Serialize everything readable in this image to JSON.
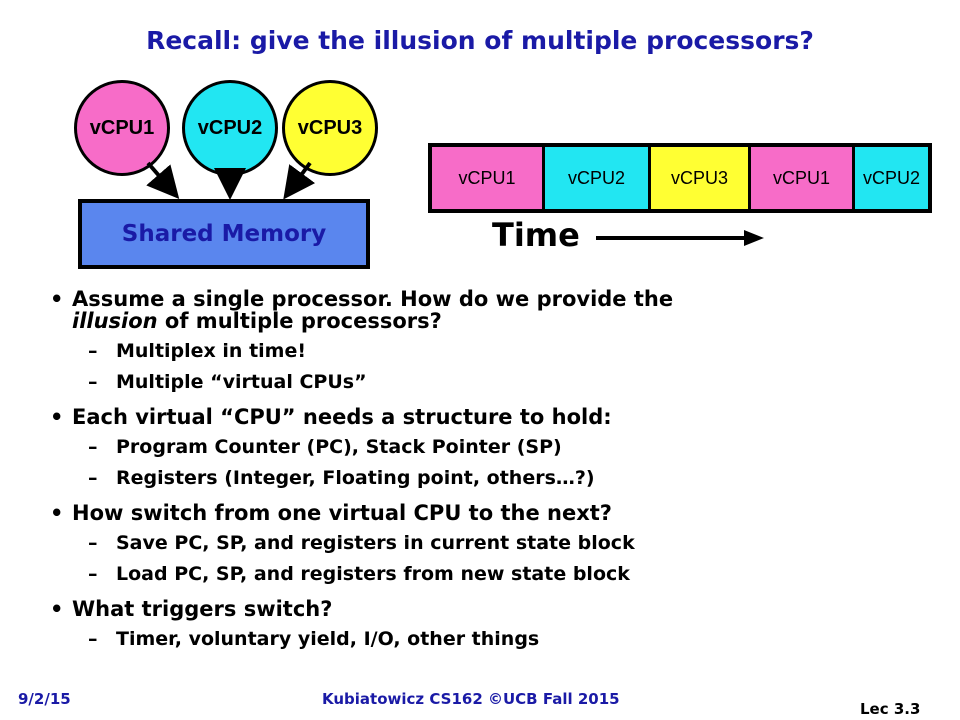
{
  "slide": {
    "title": "Recall: give the illusion of multiple processors?"
  },
  "diagram": {
    "cpus": [
      {
        "label": "vCPU1",
        "color": "#f76cc8"
      },
      {
        "label": "vCPU2",
        "color": "#22e6f2"
      },
      {
        "label": "vCPU3",
        "color": "#ffff33"
      }
    ],
    "shared_memory_label": "Shared Memory",
    "shared_memory_color": "#5a86ee",
    "timeline": [
      {
        "label": "vCPU1",
        "color": "#f76cc8"
      },
      {
        "label": "vCPU2",
        "color": "#22e6f2"
      },
      {
        "label": "vCPU3",
        "color": "#ffff33"
      },
      {
        "label": "vCPU1",
        "color": "#f76cc8"
      },
      {
        "label": "vCPU2",
        "color": "#22e6f2"
      }
    ],
    "time_label": "Time"
  },
  "bullets": {
    "b1_line1": "Assume a single processor.  How do we provide the",
    "b1_line2_italic": "illusion",
    "b1_line2_rest": " of multiple processors?",
    "b1_sub1": "Multiplex in time!",
    "b1_sub2": "Multiple “virtual CPUs”",
    "b2": "Each virtual “CPU” needs a structure to hold:",
    "b2_sub1": "Program Counter (PC), Stack Pointer (SP)",
    "b2_sub2": "Registers (Integer, Floating point, others…?)",
    "b3": "How switch from one virtual CPU to the next?",
    "b3_sub1": "Save PC, SP, and registers in current state block",
    "b3_sub2": "Load PC, SP, and registers from new state block",
    "b4": "What triggers switch?",
    "b4_sub1": "Timer, voluntary yield, I/O, other things"
  },
  "footer": {
    "date": "9/2/15",
    "course": "Kubiatowicz CS162 ©UCB Fall 2015",
    "lecture": "Lec 3.3"
  }
}
